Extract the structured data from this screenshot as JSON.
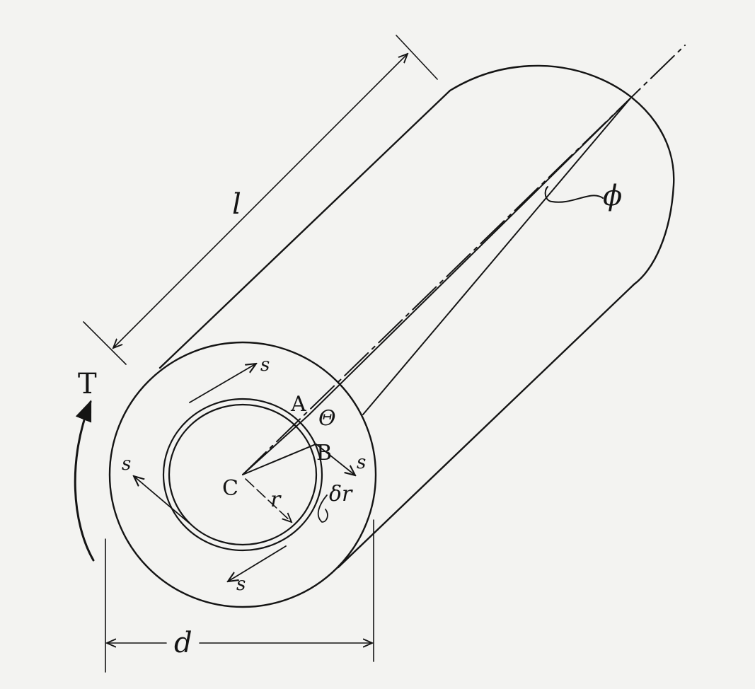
{
  "colors": {
    "ink": "#141414",
    "paper": "#f3f3f1"
  },
  "labels": {
    "length": "l",
    "diameter": "d",
    "torque": "T",
    "twist_angle": "ϕ",
    "shear_strain_angle": "Θ",
    "center": "C",
    "point_a": "A",
    "point_b": "B",
    "radius": "r",
    "ring_thickness": "δr",
    "stress_upper": "s",
    "stress_left": "s",
    "stress_right": "s",
    "stress_lower": "s"
  }
}
